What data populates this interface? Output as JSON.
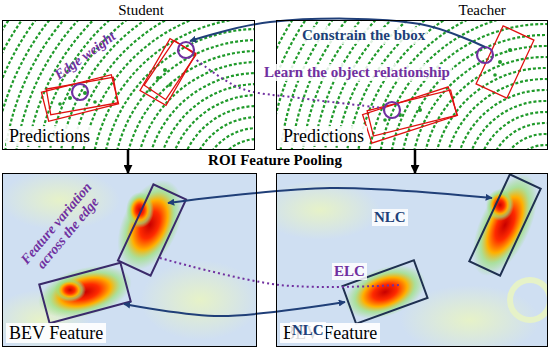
{
  "diagram": {
    "nodes": [
      {
        "text": [
          "Student",
          "Predictions"
        ]
      },
      {
        "text": [
          "Teacher",
          "Predictions"
        ]
      },
      {
        "text": [
          "BEV Feature"
        ]
      },
      {
        "text": [
          "BEV Feature"
        ]
      }
    ],
    "edges": [
      {
        "from": 1,
        "to": 0,
        "arrow": "to",
        "label": "Constrain the bbox"
      },
      {
        "from": 1,
        "to": 0,
        "arrow": "none",
        "label": "Learn the object relationship"
      },
      {
        "from": 0,
        "to": 2,
        "arrow": "to"
      },
      {
        "from": 1,
        "to": 3,
        "arrow": "to"
      },
      {
        "from": 2,
        "to": 3,
        "arrow": "both",
        "label": "NLC"
      },
      {
        "from": 2,
        "to": 3,
        "arrow": "none",
        "label": "ELC"
      },
      {
        "from": 2,
        "to": 3,
        "arrow": "both",
        "label": "NLC"
      }
    ],
    "labels": [
      "ROI Feature Pooling",
      "Edge weight",
      "Feature variation across the edge"
    ]
  }
}
